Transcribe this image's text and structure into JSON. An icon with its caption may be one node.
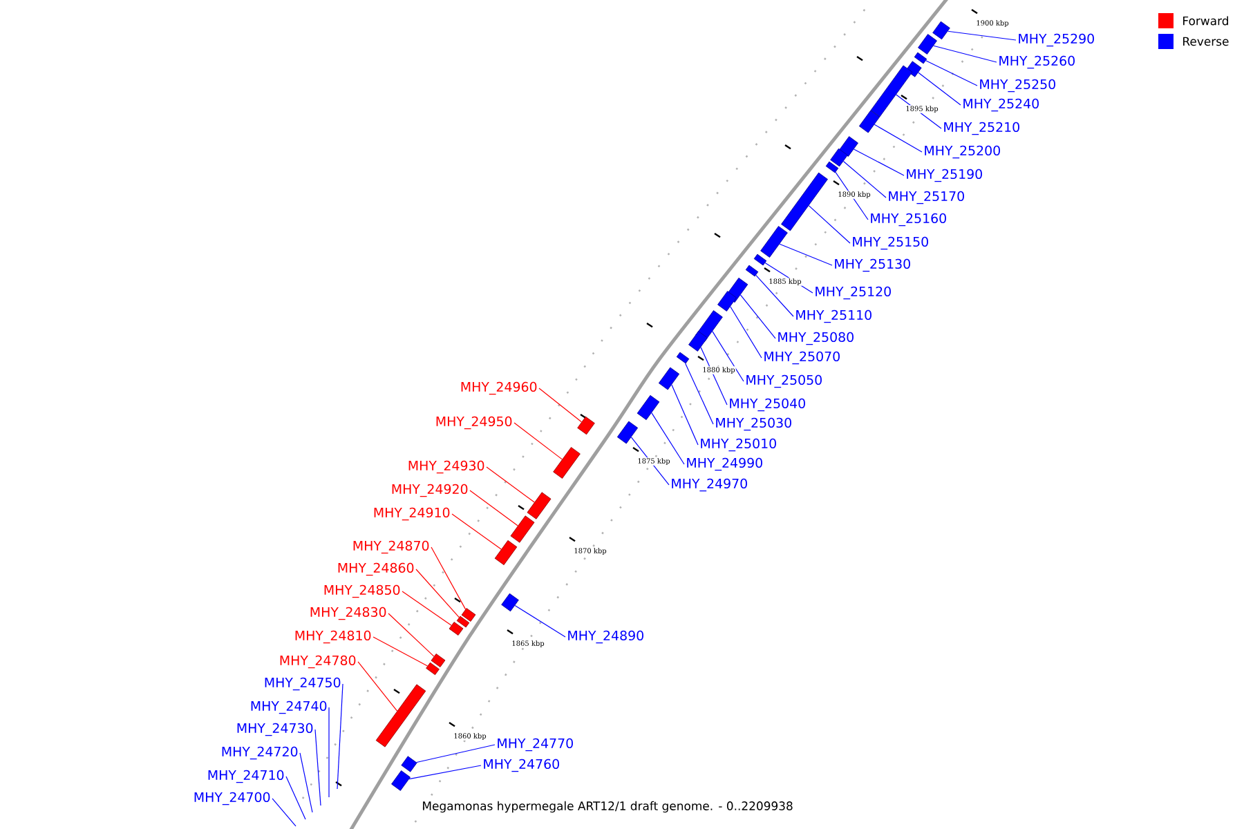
{
  "diagram": {
    "caption": "Megamonas hypermegale ART12/1 draft genome. - 0..2209938",
    "nodes": [
      {
        "text": [
          "MHY_25290"
        ]
      },
      {
        "text": [
          "MHY_25260"
        ]
      },
      {
        "text": [
          "MHY_25250"
        ]
      },
      {
        "text": [
          "MHY_25240"
        ]
      },
      {
        "text": [
          "MHY_25210"
        ]
      },
      {
        "text": [
          "MHY_25200"
        ]
      },
      {
        "text": [
          "MHY_25190"
        ]
      },
      {
        "text": [
          "MHY_25170"
        ]
      },
      {
        "text": [
          "MHY_25160"
        ]
      },
      {
        "text": [
          "MHY_25150"
        ]
      },
      {
        "text": [
          "MHY_25130"
        ]
      },
      {
        "text": [
          "MHY_25120"
        ]
      },
      {
        "text": [
          "MHY_25110"
        ]
      },
      {
        "text": [
          "MHY_25080"
        ]
      },
      {
        "text": [
          "MHY_25070"
        ]
      },
      {
        "text": [
          "MHY_25050"
        ]
      },
      {
        "text": [
          "MHY_25040"
        ]
      },
      {
        "text": [
          "MHY_25030"
        ]
      },
      {
        "text": [
          "MHY_25010"
        ]
      },
      {
        "text": [
          "MHY_24990"
        ]
      },
      {
        "text": [
          "MHY_24970"
        ]
      },
      {
        "text": [
          "MHY_24960"
        ]
      },
      {
        "text": [
          "MHY_24950"
        ]
      },
      {
        "text": [
          "MHY_24930"
        ]
      },
      {
        "text": [
          "MHY_24920"
        ]
      },
      {
        "text": [
          "MHY_24910"
        ]
      },
      {
        "text": [
          "MHY_24870"
        ]
      },
      {
        "text": [
          "MHY_24860"
        ]
      },
      {
        "text": [
          "MHY_24850"
        ]
      },
      {
        "text": [
          "MHY_24830"
        ]
      },
      {
        "text": [
          "MHY_24890"
        ]
      },
      {
        "text": [
          "MHY_24810"
        ]
      },
      {
        "text": [
          "MHY_24780"
        ]
      },
      {
        "text": [
          "MHY_24750"
        ]
      },
      {
        "text": [
          "MHY_24740"
        ]
      },
      {
        "text": [
          "MHY_24730"
        ]
      },
      {
        "text": [
          "MHY_24720"
        ]
      },
      {
        "text": [
          "MHY_24710"
        ]
      },
      {
        "text": [
          "MHY_24700"
        ]
      },
      {
        "text": [
          "MHY_24770"
        ]
      },
      {
        "text": [
          "MHY_24760"
        ]
      },
      {
        "text": [],
        "shape": "box"
      },
      {
        "text": [],
        "shape": "box"
      },
      {
        "text": [],
        "shape": "box"
      },
      {
        "text": [],
        "shape": "box"
      },
      {
        "text": [],
        "shape": "box"
      },
      {
        "text": [],
        "shape": "box"
      },
      {
        "text": [],
        "shape": "box"
      },
      {
        "text": [],
        "shape": "box"
      },
      {
        "text": [],
        "shape": "box"
      },
      {
        "text": [],
        "shape": "box"
      },
      {
        "text": [],
        "shape": "box"
      },
      {
        "text": [],
        "shape": "box"
      },
      {
        "text": [],
        "shape": "box"
      },
      {
        "text": [],
        "shape": "box"
      },
      {
        "text": [],
        "shape": "box"
      },
      {
        "text": [],
        "shape": "box"
      },
      {
        "text": [],
        "shape": "box"
      },
      {
        "text": [],
        "shape": "box"
      },
      {
        "text": [],
        "shape": "box"
      },
      {
        "text": [],
        "shape": "box"
      },
      {
        "text": [],
        "shape": "box"
      },
      {
        "text": [],
        "shape": "box"
      },
      {
        "text": [],
        "shape": "box"
      },
      {
        "text": [],
        "shape": "box"
      },
      {
        "text": [],
        "shape": "box"
      },
      {
        "text": [],
        "shape": "box"
      },
      {
        "text": [],
        "shape": "box"
      },
      {
        "text": [],
        "shape": "box"
      },
      {
        "text": [],
        "shape": "box"
      },
      {
        "text": [],
        "shape": "box"
      },
      {
        "text": [],
        "shape": "box"
      },
      {
        "text": [],
        "shape": "box"
      },
      {
        "text": [],
        "shape": "box"
      },
      {
        "text": [],
        "shape": "box"
      },
      {
        "text": [],
        "shape": "box"
      }
    ],
    "edges": [
      {
        "from": 0,
        "to": 41,
        "arrow": "none"
      },
      {
        "from": 1,
        "to": 42,
        "arrow": "none"
      },
      {
        "from": 2,
        "to": 43,
        "arrow": "none"
      },
      {
        "from": 3,
        "to": 44,
        "arrow": "none"
      },
      {
        "from": 4,
        "to": 45,
        "arrow": "none"
      },
      {
        "from": 5,
        "to": 46,
        "arrow": "none"
      },
      {
        "from": 6,
        "to": 47,
        "arrow": "none"
      },
      {
        "from": 7,
        "to": 48,
        "arrow": "none"
      },
      {
        "from": 8,
        "to": 49,
        "arrow": "none"
      },
      {
        "from": 9,
        "to": 50,
        "arrow": "none"
      },
      {
        "from": 10,
        "to": 51,
        "arrow": "none"
      },
      {
        "from": 11,
        "to": 52,
        "arrow": "none"
      },
      {
        "from": 12,
        "to": 53,
        "arrow": "none"
      },
      {
        "from": 13,
        "to": 54,
        "arrow": "none"
      },
      {
        "from": 14,
        "to": 55,
        "arrow": "none"
      },
      {
        "from": 15,
        "to": 56,
        "arrow": "none"
      },
      {
        "from": 16,
        "to": 57,
        "arrow": "none"
      },
      {
        "from": 17,
        "to": 58,
        "arrow": "none"
      },
      {
        "from": 18,
        "to": 59,
        "arrow": "none"
      },
      {
        "from": 19,
        "to": 60,
        "arrow": "none"
      },
      {
        "from": 20,
        "to": 61,
        "arrow": "none"
      },
      {
        "from": 21,
        "to": 62,
        "arrow": "none",
        "color": "#ff0000"
      },
      {
        "from": 22,
        "to": 63,
        "arrow": "none",
        "color": "#ff0000"
      },
      {
        "from": 23,
        "to": 64,
        "arrow": "none",
        "color": "#ff0000"
      },
      {
        "from": 24,
        "to": 65,
        "arrow": "none",
        "color": "#ff0000"
      },
      {
        "from": 25,
        "to": 66,
        "arrow": "none",
        "color": "#ff0000"
      },
      {
        "from": 26,
        "to": 67,
        "arrow": "none",
        "color": "#ff0000"
      },
      {
        "from": 27,
        "to": 68,
        "arrow": "none",
        "color": "#ff0000"
      },
      {
        "from": 28,
        "to": 69,
        "arrow": "none",
        "color": "#ff0000"
      },
      {
        "from": 29,
        "to": 70,
        "arrow": "none",
        "color": "#ff0000"
      },
      {
        "from": 30,
        "to": 71,
        "arrow": "none"
      },
      {
        "from": 31,
        "to": 72,
        "arrow": "none",
        "color": "#ff0000"
      },
      {
        "from": 32,
        "to": 73,
        "arrow": "none",
        "color": "#ff0000"
      },
      {
        "from": 33,
        "to": null,
        "arrow": "none"
      },
      {
        "from": 34,
        "to": null,
        "arrow": "none"
      },
      {
        "from": 35,
        "to": null,
        "arrow": "none"
      },
      {
        "from": 36,
        "to": null,
        "arrow": "none"
      },
      {
        "from": 37,
        "to": null,
        "arrow": "none"
      },
      {
        "from": 38,
        "to": null,
        "arrow": "none"
      },
      {
        "from": 39,
        "to": 74,
        "arrow": "none"
      },
      {
        "from": 40,
        "to": 75,
        "arrow": "none"
      }
    ],
    "labels": [
      "1900 kbp",
      "1895 kbp",
      "1890 kbp",
      "1885 kbp",
      "1880 kbp",
      "1875 kbp",
      "1870 kbp",
      "1865 kbp",
      "1860 kbp"
    ],
    "legend": [
      {
        "text": "Forward",
        "color": "#ff0000"
      },
      {
        "text": "Reverse",
        "color": "#0000ff"
      }
    ]
  }
}
